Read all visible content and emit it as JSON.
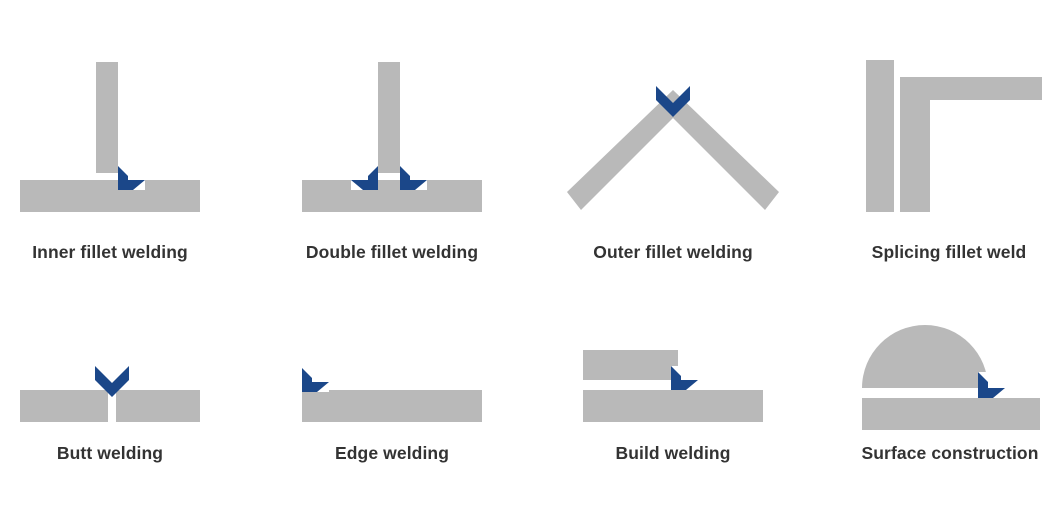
{
  "figure": {
    "title": "Welding joint types illustration",
    "background_color": "#ffffff",
    "metal_color": "#b9b9b9",
    "weld_mark_color": "#1b4789",
    "caption_color": "#333333"
  },
  "rows": [
    {
      "row_index": 1,
      "panels": [
        {
          "id": "inner-fillet-welding",
          "label": "Inner fillet welding",
          "weld_mark": "corner-chevron",
          "weld_mark_count": 1,
          "parts": [
            "vertical-plate",
            "horizontal-plate"
          ]
        },
        {
          "id": "double-fillet-welding",
          "label": "Double fillet welding",
          "weld_mark": "corner-chevron-pair",
          "weld_mark_count": 2,
          "parts": [
            "vertical-plate",
            "horizontal-plate"
          ]
        },
        {
          "id": "outer-fillet-welding",
          "label": "Outer fillet welding",
          "weld_mark": "down-chevron",
          "weld_mark_count": 1,
          "parts": [
            "diagonal-plate-left",
            "diagonal-plate-right"
          ]
        },
        {
          "id": "splicing-fillet-weld",
          "label": "Splicing fillet weld",
          "weld_mark": "none",
          "weld_mark_count": 0,
          "parts": [
            "vertical-plate",
            "angle-plate"
          ]
        }
      ]
    },
    {
      "row_index": 2,
      "panels": [
        {
          "id": "butt-welding",
          "label": "Butt welding",
          "weld_mark": "down-chevron",
          "weld_mark_count": 1,
          "parts": [
            "horizontal-plate-left",
            "horizontal-plate-right"
          ]
        },
        {
          "id": "edge-welding",
          "label": "Edge welding",
          "weld_mark": "corner-chevron",
          "weld_mark_count": 1,
          "parts": [
            "horizontal-plate"
          ]
        },
        {
          "id": "build-welding",
          "label": "Build welding",
          "weld_mark": "corner-chevron",
          "weld_mark_count": 1,
          "parts": [
            "upper-plate",
            "lower-plate"
          ]
        },
        {
          "id": "surface-construction",
          "label": "Surface construction",
          "weld_mark": "corner-chevron",
          "weld_mark_count": 1,
          "parts": [
            "dome",
            "horizontal-plate"
          ]
        }
      ]
    }
  ]
}
